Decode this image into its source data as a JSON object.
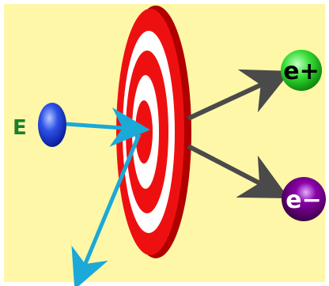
{
  "scene": {
    "incoming_particle_label": "E",
    "positron_label": "e+",
    "electron_label": "e−"
  },
  "colors": {
    "background": "#fff7a8",
    "target_red": "#ee1010",
    "target_white": "#ffffff",
    "incoming_arrow": "#1aa9d8",
    "outgoing_arrow": "#4a4a4a",
    "positron_ball": "#2bd12b",
    "electron_ball": "#7a0090",
    "incoming_ball": "#1a3fd8"
  },
  "icons": {
    "incoming_particle": "blue-sphere-icon",
    "target": "bullseye-target-icon",
    "positron": "green-sphere-icon",
    "electron": "purple-sphere-icon"
  }
}
